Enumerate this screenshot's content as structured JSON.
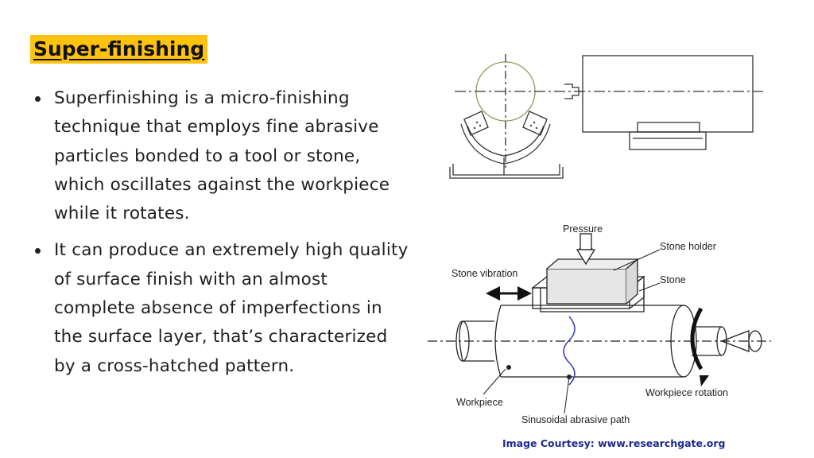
{
  "slide": {
    "title": "Super-finishing",
    "bullets": [
      "Superfinishing is a micro-finishing technique that employs fine abrasive particles bonded to a tool or stone, which oscillates against the workpiece while it rotates.",
      "It can produce an extremely high quality of surface finish with an almost complete absence of imperfections in the surface layer, that’s characterized by a cross-hatched pattern."
    ],
    "courtesy": "Image Courtesy: www.researchgate.org"
  },
  "diagram": {
    "labels": {
      "pressure": "Pressure",
      "stone_holder": "Stone holder",
      "stone_vibration": "Stone vibration",
      "stone": "Stone",
      "workpiece": "Workpiece",
      "workpiece_rotation": "Workpiece rotation",
      "abrasive_path": "Sinusoidal abrasive path"
    }
  },
  "colors": {
    "title_highlight": "#ffc20e",
    "courtesy_text": "#1d2b8c",
    "abrasive_path": "#3a3ab8",
    "circle_outline": "#8a9a5b"
  }
}
